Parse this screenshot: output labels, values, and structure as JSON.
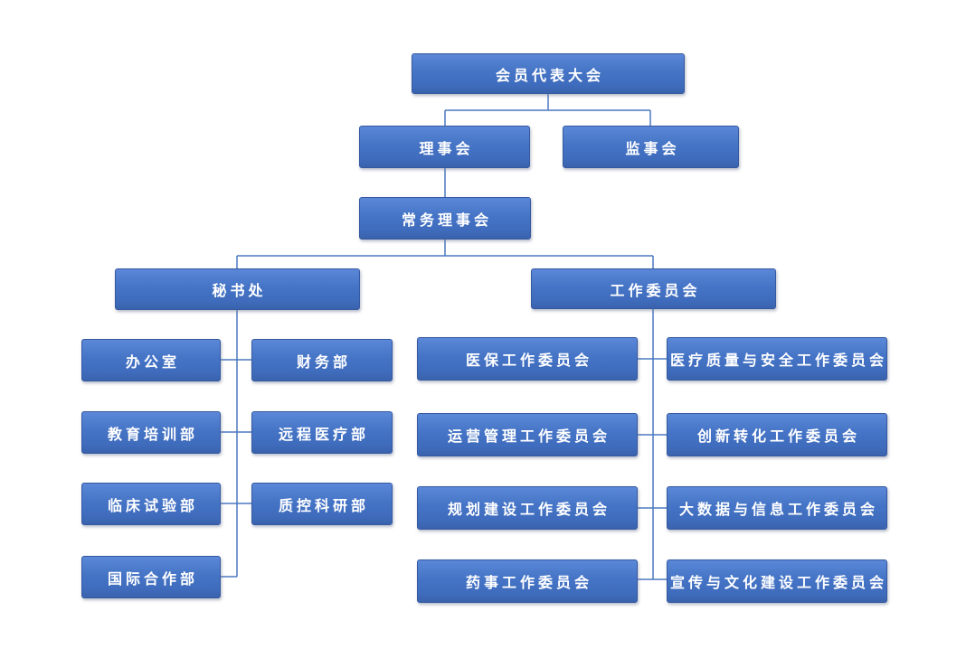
{
  "diagram": {
    "type": "org-chart",
    "colors": {
      "box_fill": "#4472c4",
      "box_fill_light": "#5b88d8",
      "box_fill_dark": "#3a63ad",
      "box_border": "#35599f",
      "connector": "#4b78c0",
      "text": "#ffffff",
      "background": "#ffffff"
    },
    "nodes": {
      "assembly": {
        "label": "会员代表大会"
      },
      "council": {
        "label": "理事会"
      },
      "supervisory_board": {
        "label": "监事会"
      },
      "standing_council": {
        "label": "常务理事会"
      },
      "secretariat": {
        "label": "秘书处"
      },
      "work_committee": {
        "label": "工作委员会"
      }
    },
    "hierarchy": {
      "会员代表大会": [
        "理事会",
        "监事会"
      ],
      "理事会": [
        "常务理事会"
      ],
      "常务理事会": [
        "秘书处",
        "工作委员会"
      ]
    },
    "secretariat_departments": [
      "办公室",
      "财务部",
      "教育培训部",
      "远程医疗部",
      "临床试验部",
      "质控科研部",
      "国际合作部"
    ],
    "work_committees": [
      "医保工作委员会",
      "医疗质量与安全工作委员会",
      "运营管理工作委员会",
      "创新转化工作委员会",
      "规划建设工作委员会",
      "大数据与信息工作委员会",
      "药事工作委员会",
      "宣传与文化建设工作委员会"
    ]
  }
}
